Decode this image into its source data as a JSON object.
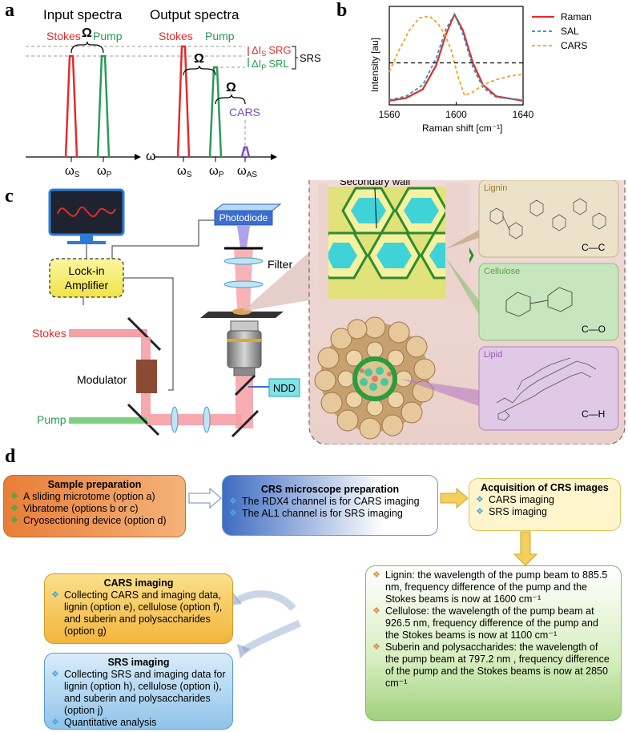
{
  "panels": {
    "a": "a",
    "b": "b",
    "c": "c",
    "d": "d"
  },
  "panel_a": {
    "input_title": "Input spectra",
    "output_title": "Output spectra",
    "stokes": "Stokes",
    "pump": "Pump",
    "omega": "Ω",
    "omega_axis": "ω",
    "delta_is": "ΔI",
    "delta_is_sub": "S",
    "srg": "SRG",
    "delta_ip": "ΔI",
    "delta_ip_sub": "P",
    "srl": "SRL",
    "srs": "SRS",
    "cars": "CARS",
    "w": "ω",
    "ws_sub": "S",
    "wp_sub": "P",
    "was_sub": "AS"
  },
  "chart_data": {
    "type": "line",
    "xlabel": "Raman shift [cm⁻¹]",
    "ylabel": "Intensity [au]",
    "xlim": [
      1560,
      1640
    ],
    "xticks": [
      "1560",
      "1600",
      "1640"
    ],
    "legend_position": "top-right",
    "series": [
      {
        "name": "Raman",
        "color": "#e32b2b",
        "style": "solid",
        "x": [
          1560,
          1570,
          1580,
          1588,
          1594,
          1599,
          1604,
          1610,
          1616,
          1624,
          1640
        ],
        "y": [
          0.02,
          0.05,
          0.15,
          0.42,
          0.78,
          1.0,
          0.82,
          0.45,
          0.2,
          0.07,
          0.02
        ]
      },
      {
        "name": "SAL",
        "color": "#2f8fb8",
        "style": "dashed",
        "x": [
          1560,
          1570,
          1580,
          1588,
          1594,
          1599,
          1604,
          1610,
          1616,
          1624,
          1640
        ],
        "y": [
          0.03,
          0.07,
          0.2,
          0.5,
          0.84,
          1.0,
          0.78,
          0.4,
          0.17,
          0.06,
          0.03
        ]
      },
      {
        "name": "CARS",
        "color": "#f4a21c",
        "style": "dashed",
        "x": [
          1560,
          1566,
          1572,
          1578,
          1584,
          1589,
          1593,
          1597,
          1601,
          1605,
          1610,
          1616,
          1624,
          1632,
          1640
        ],
        "y": [
          0.35,
          0.6,
          0.82,
          0.96,
          0.98,
          0.9,
          0.78,
          0.6,
          0.3,
          0.08,
          0.12,
          0.2,
          0.26,
          0.3,
          0.32
        ]
      }
    ],
    "baseline": 0.45
  },
  "panel_c": {
    "photodiode": "Photodiode",
    "filter": "Filter",
    "lockin_line1": "Lock-in",
    "lockin_line2": "Amplifier",
    "stokes": "Stokes",
    "modulator": "Modulator",
    "pump": "Pump",
    "ndd": "NDD",
    "secondary_wall": "Secondary wall",
    "lignin": "Lignin",
    "cellulose": "Cellulose",
    "lipid": "Lipid",
    "cc": "C—C",
    "co": "C—O",
    "ch": "C—H"
  },
  "panel_d": {
    "sample": {
      "title": "Sample  preparation",
      "items": [
        "A sliding microtome (option a)",
        "Vibratome (options b or c)",
        "Cryosectioning device (option d)"
      ]
    },
    "crs": {
      "title": "CRS microscope preparation",
      "items": [
        "The RDX4 channel is for CARS imaging",
        "The AL1 channel is for SRS imaging"
      ]
    },
    "acq": {
      "title": "Acquisition of CRS images",
      "items": [
        "CARS  imaging",
        "SRS imaging"
      ]
    },
    "cars": {
      "title": "CARS  imaging",
      "items": [
        "Collecting CARS and imaging data, lignin (option e), cellulose (option f), and suberin and polysaccharides (option g)"
      ]
    },
    "srs": {
      "title": "SRS imaging",
      "items": [
        "Collecting SRS and imaging data for lignin (option h), cellulose (option i), and suberin and polysaccharides (option j)",
        "Quantitative analysis"
      ]
    },
    "list": {
      "items": [
        "Lignin: the wavelength of the pump beam to 885.5 nm, frequency difference of the pump and the Stokes beams is now at 1600 cm⁻¹",
        "Cellulose: the wavelength of the pump beam at 926.5 nm, frequency difference of the pump and the Stokes beams is now at 1100 cm⁻¹",
        "Suberin and polysaccharides: the wavelength of the pump beam at 797.2 nm , frequency difference of the pump and the Stokes beams is now at 2850  cm⁻¹"
      ]
    }
  }
}
